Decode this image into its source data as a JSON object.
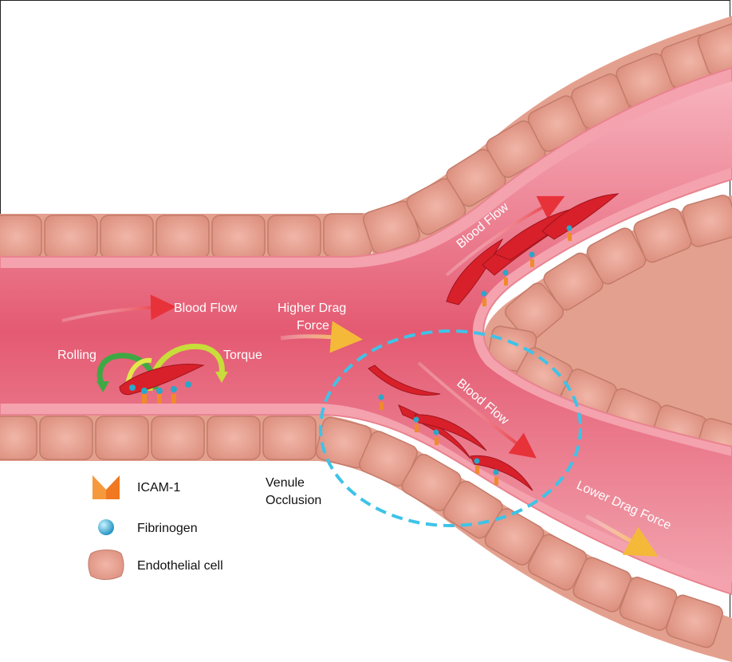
{
  "labels": {
    "blood_flow_left": "Blood Flow",
    "higher_drag_line1": "Higher Drag",
    "higher_drag_line2": "Force",
    "rolling": "Rolling",
    "torque": "Torque",
    "blood_flow_upper": "Blood Flow",
    "blood_flow_middle": "Blood Flow",
    "lower_drag": "Lower Drag Force",
    "venule_line1": "Venule",
    "venule_line2": "Occlusion"
  },
  "legend": {
    "icam": "ICAM-1",
    "fibrinogen": "Fibrinogen",
    "endothelial": "Endothelial cell"
  },
  "colors": {
    "vessel_lumen": "#e8627a",
    "vessel_wall": "#f4a2ae",
    "endothelial_cell": "#e9a99a",
    "red_cell": "#d8202a",
    "occlusion_ring": "#3ec3e8",
    "flow_arrow": "#e8323a",
    "drag_arrow": "#f5c24a"
  }
}
